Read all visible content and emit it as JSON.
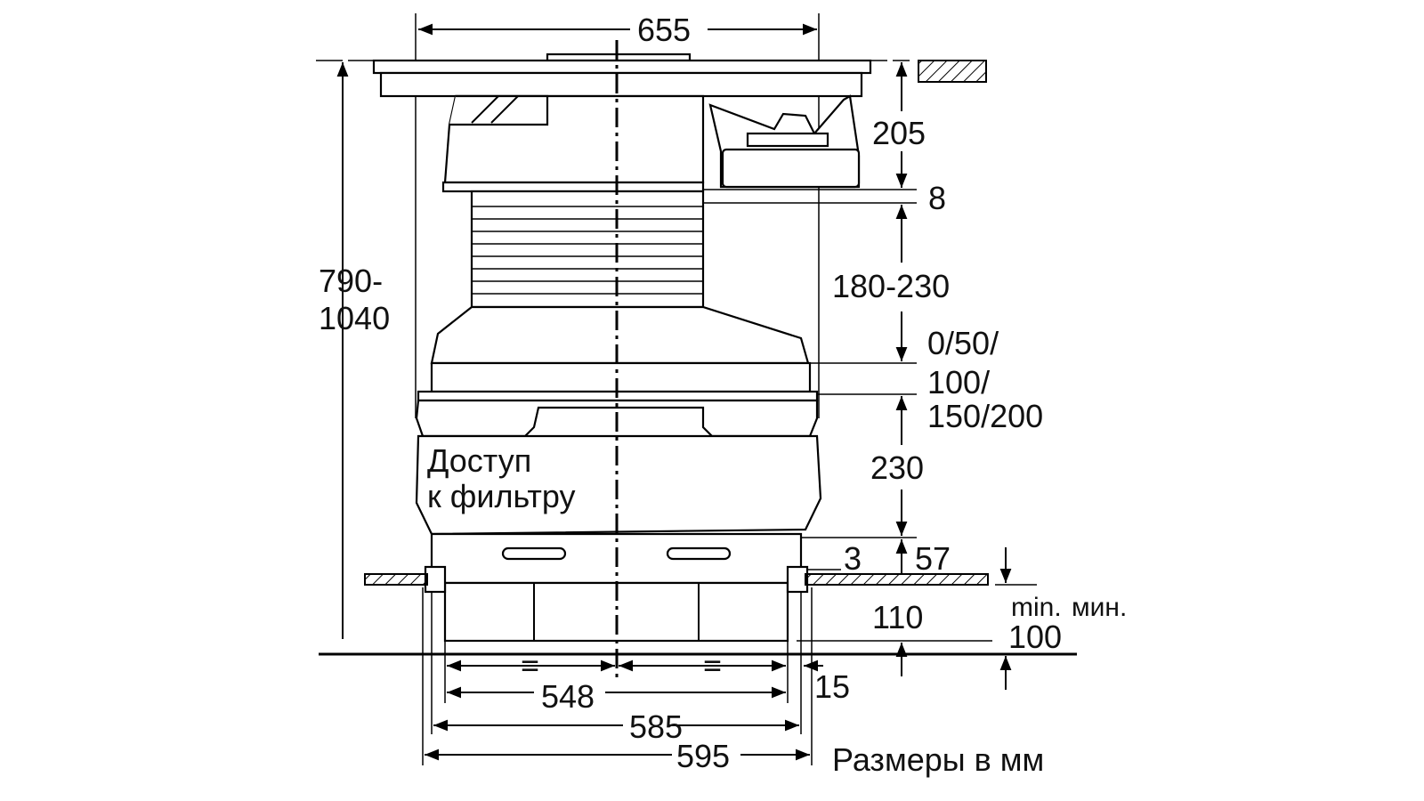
{
  "dimensions": {
    "width_top": "655",
    "total_height_line1": "790-",
    "total_height_line2": "1040",
    "hob_depth": "205",
    "gap_8": "8",
    "duct": "180-230",
    "ext_line1": "0/50/",
    "ext_line2": "100/",
    "ext_line3": "150/200",
    "filter_height": "230",
    "gap_3": "3",
    "plinth_57": "57",
    "base_110": "110",
    "min_label_latin": "min.",
    "min_label_cyr": "мин.",
    "min_100": "100",
    "gap_15": "15",
    "equal_left": "=",
    "equal_right": "=",
    "width_548": "548",
    "width_585": "585",
    "width_595": "595"
  },
  "labels": {
    "filter_access_line1": "Доступ",
    "filter_access_line2": "к фильтру",
    "units_note": "Размеры в мм"
  }
}
